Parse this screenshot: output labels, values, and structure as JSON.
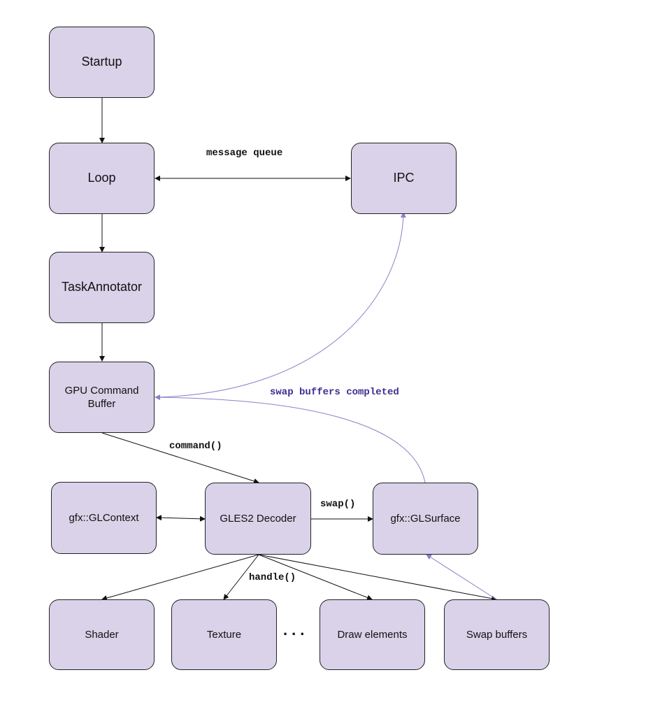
{
  "colors": {
    "node_fill": "#d9d2e9",
    "node_border": "#222222",
    "edge": "#111111",
    "edge_async": "#8a80c8",
    "async_label": "#3a2f8f"
  },
  "nodes": {
    "startup": "Startup",
    "loop": "Loop",
    "ipc": "IPC",
    "task_annotator": "TaskAnnotator",
    "gpu_command_buffer": "GPU Command Buffer",
    "gl_context": "gfx::GLContext",
    "gles2_decoder": "GLES2 Decoder",
    "gl_surface": "gfx::GLSurface",
    "shader": "Shader",
    "texture": "Texture",
    "draw_elements": "Draw elements",
    "swap_buffers": "Swap buffers"
  },
  "edge_labels": {
    "message_queue": "message queue",
    "swap_buffers_completed": "swap buffers completed",
    "command": "command()",
    "swap": "swap()",
    "handle": "handle()"
  },
  "ellipsis": "..."
}
